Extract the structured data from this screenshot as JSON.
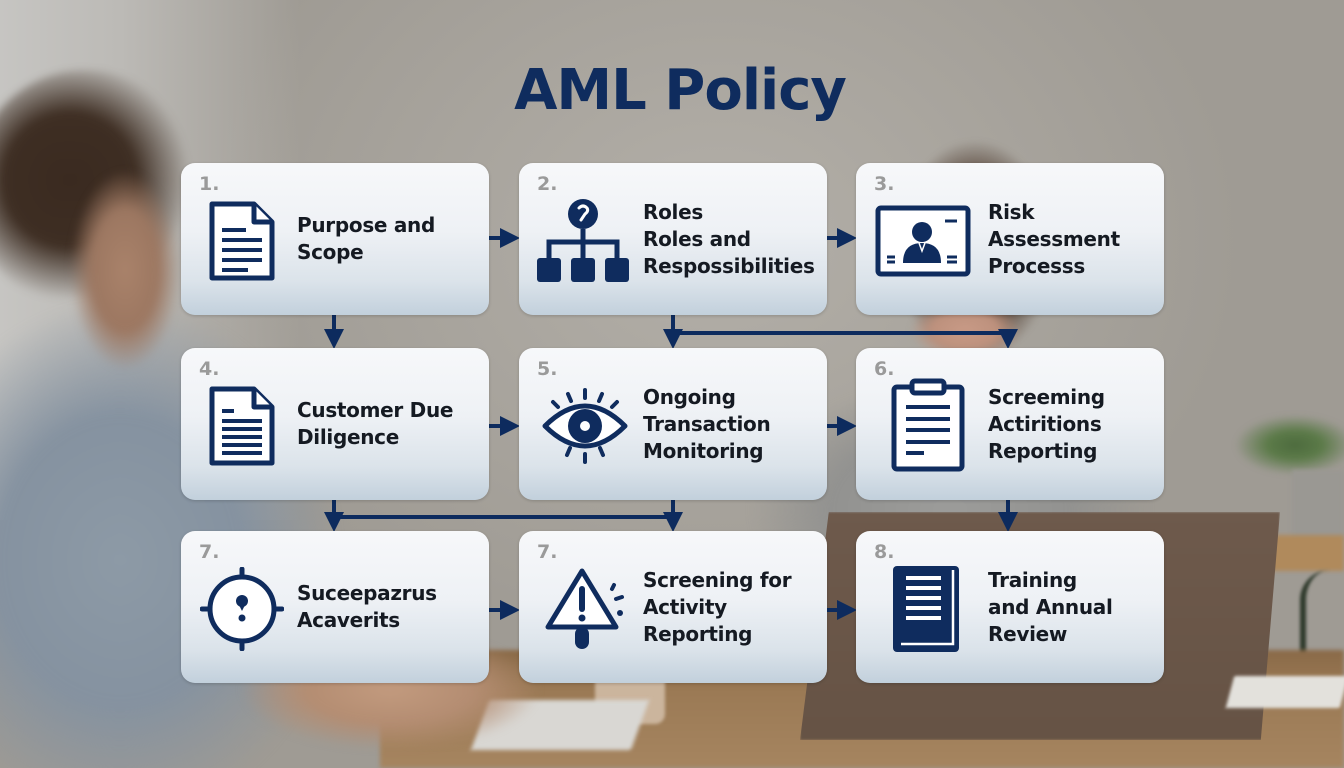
{
  "title": "AML Policy",
  "colors": {
    "navy": "#0f2c5e",
    "arrow": "#0d2b5e",
    "card_top": "#f7f8fa",
    "card_bottom": "#c2d0dc",
    "number_gray": "#9a9a9a",
    "label_text": "#151a22"
  },
  "steps": [
    {
      "number": "1.",
      "label": "Purpose and\nScope",
      "icon": "document-icon"
    },
    {
      "number": "2.",
      "label": "Roles\nRoles and\nRespossibilities",
      "icon": "org-chart-icon"
    },
    {
      "number": "3.",
      "label": "Risk\nAssessment\nProcesss",
      "icon": "id-card-icon"
    },
    {
      "number": "4.",
      "label": "Customer Due\nDiligence",
      "icon": "document-icon"
    },
    {
      "number": "5.",
      "label": "Ongoing\nTransaction\nMonitoring",
      "icon": "eye-icon"
    },
    {
      "number": "6.",
      "label": "Screeming\nActiritions\nReporting",
      "icon": "clipboard-icon"
    },
    {
      "number": "7.",
      "label": "Suceepazrus\nAcaverits",
      "icon": "target-alert-icon"
    },
    {
      "number": "7.",
      "label": "Screening for\nActivity\nReporting",
      "icon": "warning-icon"
    },
    {
      "number": "8.",
      "label": "Training\nand Annual\nReview",
      "icon": "book-icon"
    }
  ],
  "connectors": [
    {
      "from": "1",
      "to": "2",
      "direction": "right"
    },
    {
      "from": "2",
      "to": "3",
      "direction": "right"
    },
    {
      "from": "1",
      "to": "4",
      "direction": "down"
    },
    {
      "from": "2",
      "to": "5",
      "direction": "down"
    },
    {
      "from": "2",
      "to": "6",
      "direction": "down-branch"
    },
    {
      "from": "4",
      "to": "5",
      "direction": "right"
    },
    {
      "from": "5",
      "to": "6",
      "direction": "right"
    },
    {
      "from": "4",
      "to": "7",
      "direction": "down"
    },
    {
      "from": "4",
      "to": "8",
      "direction": "down-branch"
    },
    {
      "from": "6",
      "to": "9",
      "direction": "down"
    },
    {
      "from": "7",
      "to": "8",
      "direction": "right"
    },
    {
      "from": "8",
      "to": "9",
      "direction": "right"
    }
  ]
}
